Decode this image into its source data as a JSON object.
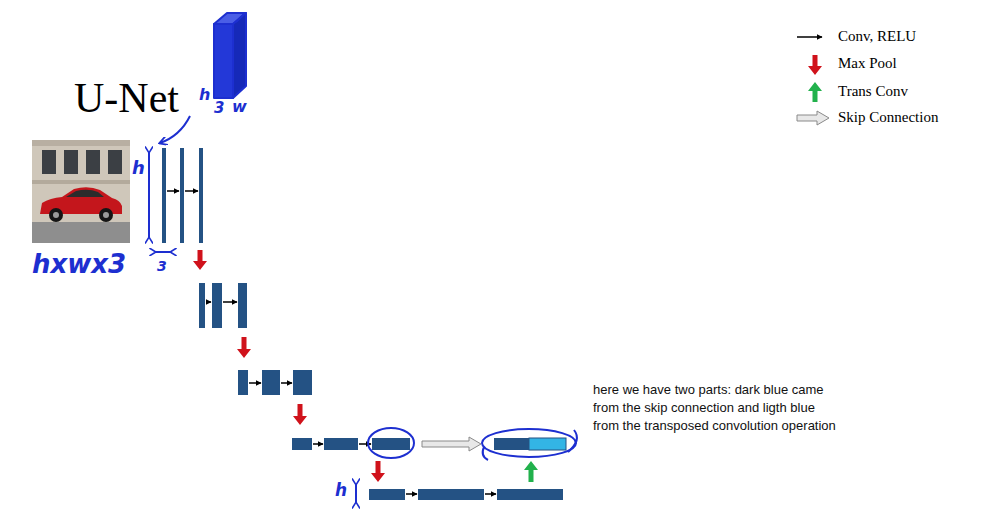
{
  "diagram": {
    "title": "U-Net",
    "labels": [
      "h",
      "3",
      "w",
      "h",
      "hxwx3",
      "3",
      "here we have two parts: dark blue came from the skip connection and ligth blue from the transposed convolution operation",
      "h"
    ],
    "legend": [
      {
        "text": "Conv, RELU"
      },
      {
        "text": "Max Pool"
      },
      {
        "text": "Trans Conv"
      },
      {
        "text": "Skip Connection"
      }
    ]
  }
}
